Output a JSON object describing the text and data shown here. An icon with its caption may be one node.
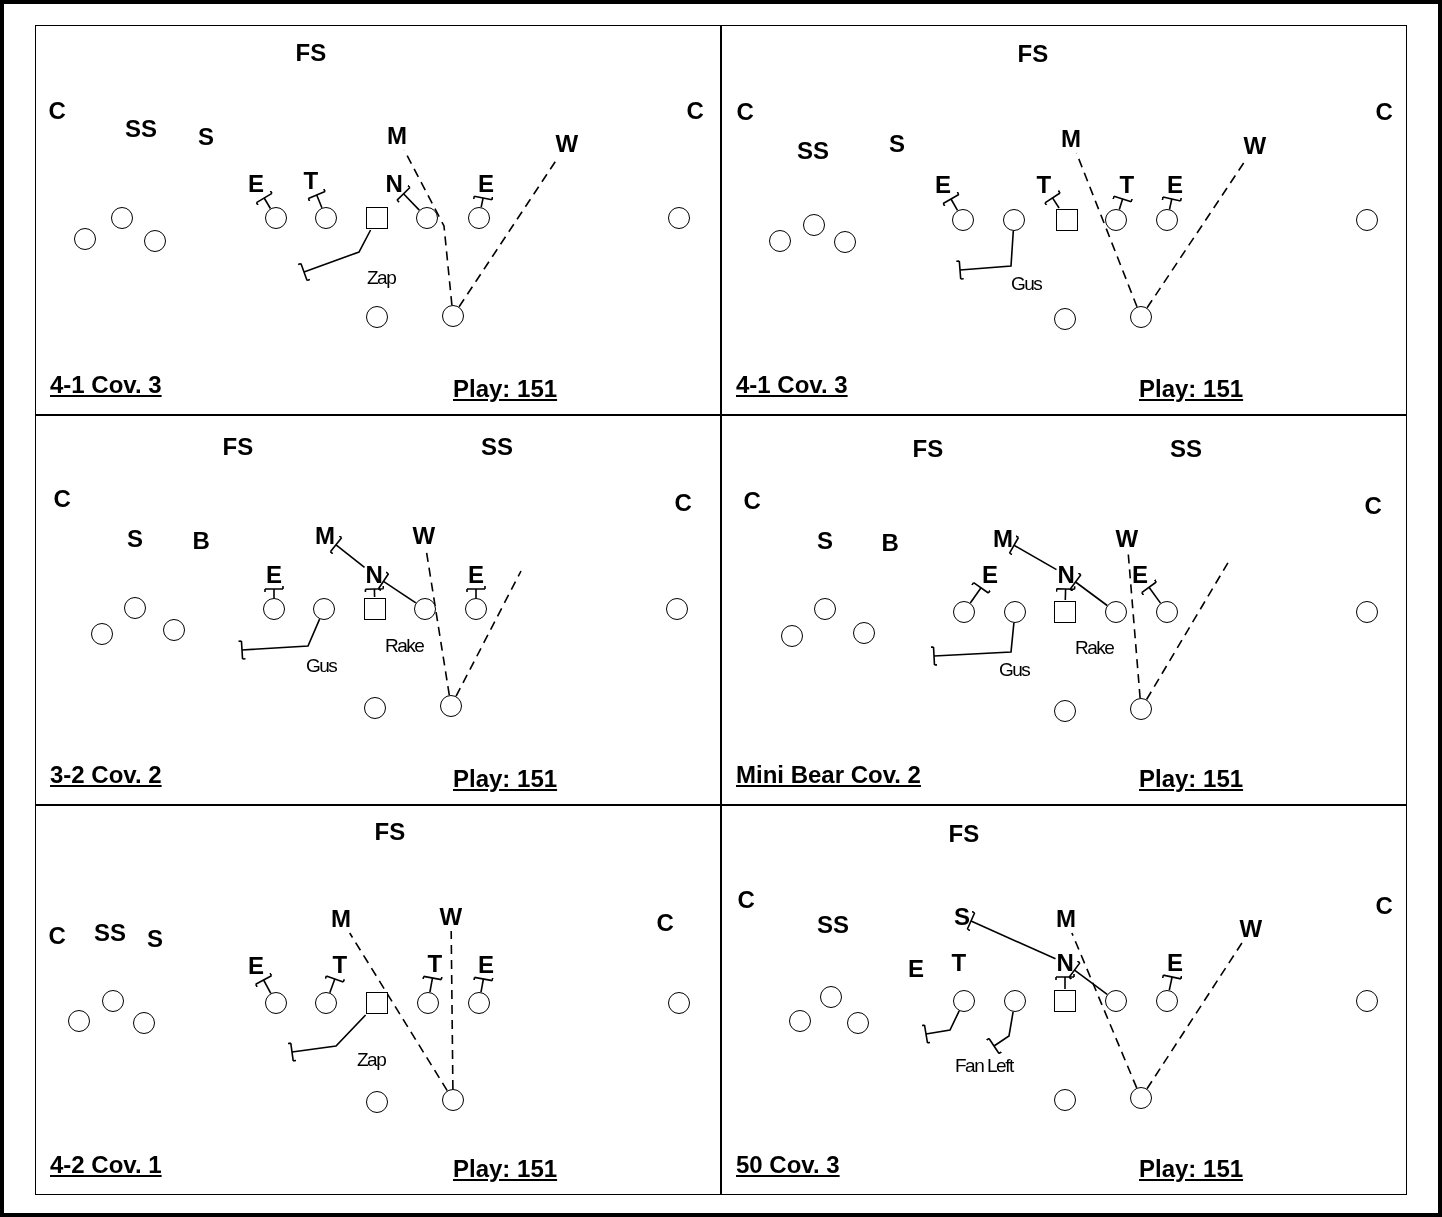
{
  "diagram": {
    "nodes": [
      {
        "text": [
          "4-1 Cov. 3",
          "Play: 151"
        ]
      },
      {
        "text": [
          "FS"
        ],
        "in": 0
      },
      {
        "text": [
          "C"
        ],
        "in": 0
      },
      {
        "text": [
          "SS"
        ],
        "in": 0
      },
      {
        "text": [
          "S"
        ],
        "in": 0
      },
      {
        "text": [
          "M"
        ],
        "in": 0
      },
      {
        "text": [
          "W"
        ],
        "in": 0
      },
      {
        "text": [
          "E"
        ],
        "in": 0
      },
      {
        "text": [
          "T"
        ],
        "in": 0
      },
      {
        "text": [
          "N"
        ],
        "in": 0
      },
      {
        "text": [
          "E"
        ],
        "in": 0
      },
      {
        "text": [
          "C"
        ],
        "in": 0
      },
      {
        "text": [],
        "shape": "circle",
        "in": 0
      },
      {
        "text": [],
        "shape": "circle",
        "in": 0
      },
      {
        "text": [],
        "shape": "circle",
        "in": 0
      },
      {
        "text": [],
        "shape": "circle",
        "in": 0
      },
      {
        "text": [],
        "shape": "circle",
        "in": 0
      },
      {
        "text": [],
        "shape": "box",
        "in": 0
      },
      {
        "text": [],
        "shape": "circle",
        "in": 0
      },
      {
        "text": [],
        "shape": "circle",
        "in": 0
      },
      {
        "text": [],
        "shape": "circle",
        "in": 0
      },
      {
        "text": [],
        "shape": "circle",
        "in": 0
      },
      {
        "text": [],
        "shape": "circle",
        "in": 0
      },
      {
        "text": [
          "4-1 Cov. 3",
          "Play: 151"
        ]
      },
      {
        "text": [
          "FS"
        ],
        "in": 23
      },
      {
        "text": [
          "C"
        ],
        "in": 23
      },
      {
        "text": [
          "C"
        ],
        "in": 23
      },
      {
        "text": [
          "SS"
        ],
        "in": 23
      },
      {
        "text": [
          "S"
        ],
        "in": 23
      },
      {
        "text": [
          "M"
        ],
        "in": 23
      },
      {
        "text": [
          "W"
        ],
        "in": 23
      },
      {
        "text": [
          "E"
        ],
        "in": 23
      },
      {
        "text": [
          "T"
        ],
        "in": 23
      },
      {
        "text": [
          "T"
        ],
        "in": 23
      },
      {
        "text": [
          "E"
        ],
        "in": 23
      },
      {
        "text": [],
        "shape": "circle",
        "in": 23
      },
      {
        "text": [],
        "shape": "circle",
        "in": 23
      },
      {
        "text": [],
        "shape": "circle",
        "in": 23
      },
      {
        "text": [],
        "shape": "circle",
        "in": 23
      },
      {
        "text": [],
        "shape": "circle",
        "in": 23
      },
      {
        "text": [],
        "shape": "box",
        "in": 23
      },
      {
        "text": [],
        "shape": "circle",
        "in": 23
      },
      {
        "text": [],
        "shape": "circle",
        "in": 23
      },
      {
        "text": [],
        "shape": "circle",
        "in": 23
      },
      {
        "text": [],
        "shape": "circle",
        "in": 23
      },
      {
        "text": [],
        "shape": "circle",
        "in": 23
      },
      {
        "text": [
          "3-2 Cov. 2",
          "Play: 151"
        ]
      },
      {
        "text": [
          "FS"
        ],
        "in": 46
      },
      {
        "text": [
          "SS"
        ],
        "in": 46
      },
      {
        "text": [
          "C"
        ],
        "in": 46
      },
      {
        "text": [
          "C"
        ],
        "in": 46
      },
      {
        "text": [
          "S"
        ],
        "in": 46
      },
      {
        "text": [
          "B"
        ],
        "in": 46
      },
      {
        "text": [
          "M"
        ],
        "in": 46
      },
      {
        "text": [
          "W"
        ],
        "in": 46
      },
      {
        "text": [
          "E"
        ],
        "in": 46
      },
      {
        "text": [
          "N"
        ],
        "in": 46
      },
      {
        "text": [
          "E"
        ],
        "in": 46
      },
      {
        "text": [],
        "shape": "circle",
        "in": 46
      },
      {
        "text": [],
        "shape": "circle",
        "in": 46
      },
      {
        "text": [],
        "shape": "circle",
        "in": 46
      },
      {
        "text": [],
        "shape": "circle",
        "in": 46
      },
      {
        "text": [],
        "shape": "circle",
        "in": 46
      },
      {
        "text": [],
        "shape": "box",
        "in": 46
      },
      {
        "text": [],
        "shape": "circle",
        "in": 46
      },
      {
        "text": [],
        "shape": "circle",
        "in": 46
      },
      {
        "text": [],
        "shape": "circle",
        "in": 46
      },
      {
        "text": [],
        "shape": "circle",
        "in": 46
      },
      {
        "text": [],
        "shape": "circle",
        "in": 46
      },
      {
        "text": [
          "Mini Bear Cov. 2",
          "Play: 151"
        ]
      },
      {
        "text": [
          "FS"
        ],
        "in": 69
      },
      {
        "text": [
          "SS"
        ],
        "in": 69
      },
      {
        "text": [
          "C"
        ],
        "in": 69
      },
      {
        "text": [
          "C"
        ],
        "in": 69
      },
      {
        "text": [
          "S"
        ],
        "in": 69
      },
      {
        "text": [
          "B"
        ],
        "in": 69
      },
      {
        "text": [
          "M"
        ],
        "in": 69
      },
      {
        "text": [
          "W"
        ],
        "in": 69
      },
      {
        "text": [
          "E"
        ],
        "in": 69
      },
      {
        "text": [
          "N"
        ],
        "in": 69
      },
      {
        "text": [
          "E"
        ],
        "in": 69
      },
      {
        "text": [],
        "shape": "circle",
        "in": 69
      },
      {
        "text": [],
        "shape": "circle",
        "in": 69
      },
      {
        "text": [],
        "shape": "circle",
        "in": 69
      },
      {
        "text": [],
        "shape": "circle",
        "in": 69
      },
      {
        "text": [],
        "shape": "circle",
        "in": 69
      },
      {
        "text": [],
        "shape": "box",
        "in": 69
      },
      {
        "text": [],
        "shape": "circle",
        "in": 69
      },
      {
        "text": [],
        "shape": "circle",
        "in": 69
      },
      {
        "text": [],
        "shape": "circle",
        "in": 69
      },
      {
        "text": [],
        "shape": "circle",
        "in": 69
      },
      {
        "text": [],
        "shape": "circle",
        "in": 69
      },
      {
        "text": [
          "4-2 Cov. 1",
          "Play: 151"
        ]
      },
      {
        "text": [
          "FS"
        ],
        "in": 92
      },
      {
        "text": [
          "C"
        ],
        "in": 92
      },
      {
        "text": [
          "SS"
        ],
        "in": 92
      },
      {
        "text": [
          "S"
        ],
        "in": 92
      },
      {
        "text": [
          "M"
        ],
        "in": 92
      },
      {
        "text": [
          "W"
        ],
        "in": 92
      },
      {
        "text": [
          "C"
        ],
        "in": 92
      },
      {
        "text": [
          "E"
        ],
        "in": 92
      },
      {
        "text": [
          "T"
        ],
        "in": 92
      },
      {
        "text": [
          "T"
        ],
        "in": 92
      },
      {
        "text": [
          "E"
        ],
        "in": 92
      },
      {
        "text": [],
        "shape": "circle",
        "in": 92
      },
      {
        "text": [],
        "shape": "circle",
        "in": 92
      },
      {
        "text": [],
        "shape": "circle",
        "in": 92
      },
      {
        "text": [],
        "shape": "circle",
        "in": 92
      },
      {
        "text": [],
        "shape": "circle",
        "in": 92
      },
      {
        "text": [],
        "shape": "box",
        "in": 92
      },
      {
        "text": [],
        "shape": "circle",
        "in": 92
      },
      {
        "text": [],
        "shape": "circle",
        "in": 92
      },
      {
        "text": [],
        "shape": "circle",
        "in": 92
      },
      {
        "text": [],
        "shape": "circle",
        "in": 92
      },
      {
        "text": [],
        "shape": "circle",
        "in": 92
      },
      {
        "text": [
          "50 Cov. 3",
          "Play: 151"
        ]
      },
      {
        "text": [
          "FS"
        ],
        "in": 115
      },
      {
        "text": [
          "C"
        ],
        "in": 115
      },
      {
        "text": [
          "C"
        ],
        "in": 115
      },
      {
        "text": [
          "SS"
        ],
        "in": 115
      },
      {
        "text": [
          "S"
        ],
        "in": 115
      },
      {
        "text": [
          "M"
        ],
        "in": 115
      },
      {
        "text": [
          "W"
        ],
        "in": 115
      },
      {
        "text": [
          "E"
        ],
        "in": 115
      },
      {
        "text": [
          "T"
        ],
        "in": 115
      },
      {
        "text": [
          "N"
        ],
        "in": 115
      },
      {
        "text": [
          "E"
        ],
        "in": 115
      },
      {
        "text": [],
        "shape": "circle",
        "in": 115
      },
      {
        "text": [],
        "shape": "circle",
        "in": 115
      },
      {
        "text": [],
        "shape": "circle",
        "in": 115
      },
      {
        "text": [],
        "shape": "circle",
        "in": 115
      },
      {
        "text": [],
        "shape": "circle",
        "in": 115
      },
      {
        "text": [],
        "shape": "box",
        "in": 115
      },
      {
        "text": [],
        "shape": "circle",
        "in": 115
      },
      {
        "text": [],
        "shape": "circle",
        "in": 115
      },
      {
        "text": [],
        "shape": "circle",
        "in": 115
      },
      {
        "text": [],
        "shape": "circle",
        "in": 115
      },
      {
        "text": [],
        "shape": "circle",
        "in": 115
      }
    ],
    "edges": [
      {
        "from": 15,
        "to": 7,
        "arrow": "other"
      },
      {
        "from": 16,
        "to": 8,
        "arrow": "other"
      },
      {
        "from": 17,
        "to": null,
        "arrow": "other",
        "label": "Zap"
      },
      {
        "from": 18,
        "to": 9,
        "arrow": "other"
      },
      {
        "from": 19,
        "to": 10,
        "arrow": "other"
      },
      {
        "from": 22,
        "to": 5,
        "arrow": "none",
        "style": "dashed"
      },
      {
        "from": 22,
        "to": 6,
        "arrow": "none",
        "style": "dashed"
      },
      {
        "from": 38,
        "to": 31,
        "arrow": "other"
      },
      {
        "from": 39,
        "to": null,
        "arrow": "other",
        "label": "Gus"
      },
      {
        "from": 40,
        "to": 32,
        "arrow": "other"
      },
      {
        "from": 41,
        "to": 33,
        "arrow": "other"
      },
      {
        "from": 42,
        "to": 34,
        "arrow": "other"
      },
      {
        "from": 45,
        "to": 29,
        "arrow": "none",
        "style": "dashed"
      },
      {
        "from": 45,
        "to": 30,
        "arrow": "none",
        "style": "dashed"
      },
      {
        "from": 61,
        "to": 55,
        "arrow": "other"
      },
      {
        "from": 62,
        "to": null,
        "arrow": "other",
        "label": "Gus"
      },
      {
        "from": 63,
        "to": 56,
        "arrow": "other"
      },
      {
        "from": 56,
        "to": 53,
        "arrow": "other"
      },
      {
        "from": 64,
        "to": 56,
        "arrow": "other",
        "label": "Rake"
      },
      {
        "from": 65,
        "to": 57,
        "arrow": "other"
      },
      {
        "from": 68,
        "to": 54,
        "arrow": "none",
        "style": "dashed"
      },
      {
        "from": 68,
        "to": null,
        "arrow": "none",
        "style": "dashed"
      },
      {
        "from": 84,
        "to": 78,
        "arrow": "other"
      },
      {
        "from": 85,
        "to": null,
        "arrow": "other",
        "label": "Gus"
      },
      {
        "from": 86,
        "to": 79,
        "arrow": "other"
      },
      {
        "from": 79,
        "to": 76,
        "arrow": "other"
      },
      {
        "from": 87,
        "to": 79,
        "arrow": "other",
        "label": "Rake"
      },
      {
        "from": 88,
        "to": 80,
        "arrow": "other"
      },
      {
        "from": 91,
        "to": 77,
        "arrow": "none",
        "style": "dashed"
      },
      {
        "from": 91,
        "to": null,
        "arrow": "none",
        "style": "dashed"
      },
      {
        "from": 107,
        "to": 100,
        "arrow": "other"
      },
      {
        "from": 108,
        "to": 101,
        "arrow": "other"
      },
      {
        "from": 109,
        "to": null,
        "arrow": "other",
        "label": "Zap"
      },
      {
        "from": 110,
        "to": 102,
        "arrow": "other"
      },
      {
        "from": 111,
        "to": 103,
        "arrow": "other"
      },
      {
        "from": 114,
        "to": 97,
        "arrow": "none",
        "style": "dashed"
      },
      {
        "from": 114,
        "to": 98,
        "arrow": "none",
        "style": "dashed"
      },
      {
        "from": 130,
        "to": null,
        "arrow": "other"
      },
      {
        "from": 131,
        "to": null,
        "arrow": "other",
        "label": "Fan Left"
      },
      {
        "from": 132,
        "to": 125,
        "arrow": "other"
      },
      {
        "from": 125,
        "to": 120,
        "arrow": "other"
      },
      {
        "from": 133,
        "to": 125,
        "arrow": "other"
      },
      {
        "from": 134,
        "to": 126,
        "arrow": "other"
      },
      {
        "from": 137,
        "to": 121,
        "arrow": "none",
        "style": "dashed"
      },
      {
        "from": 137,
        "to": 122,
        "arrow": "none",
        "style": "dashed"
      }
    ]
  }
}
